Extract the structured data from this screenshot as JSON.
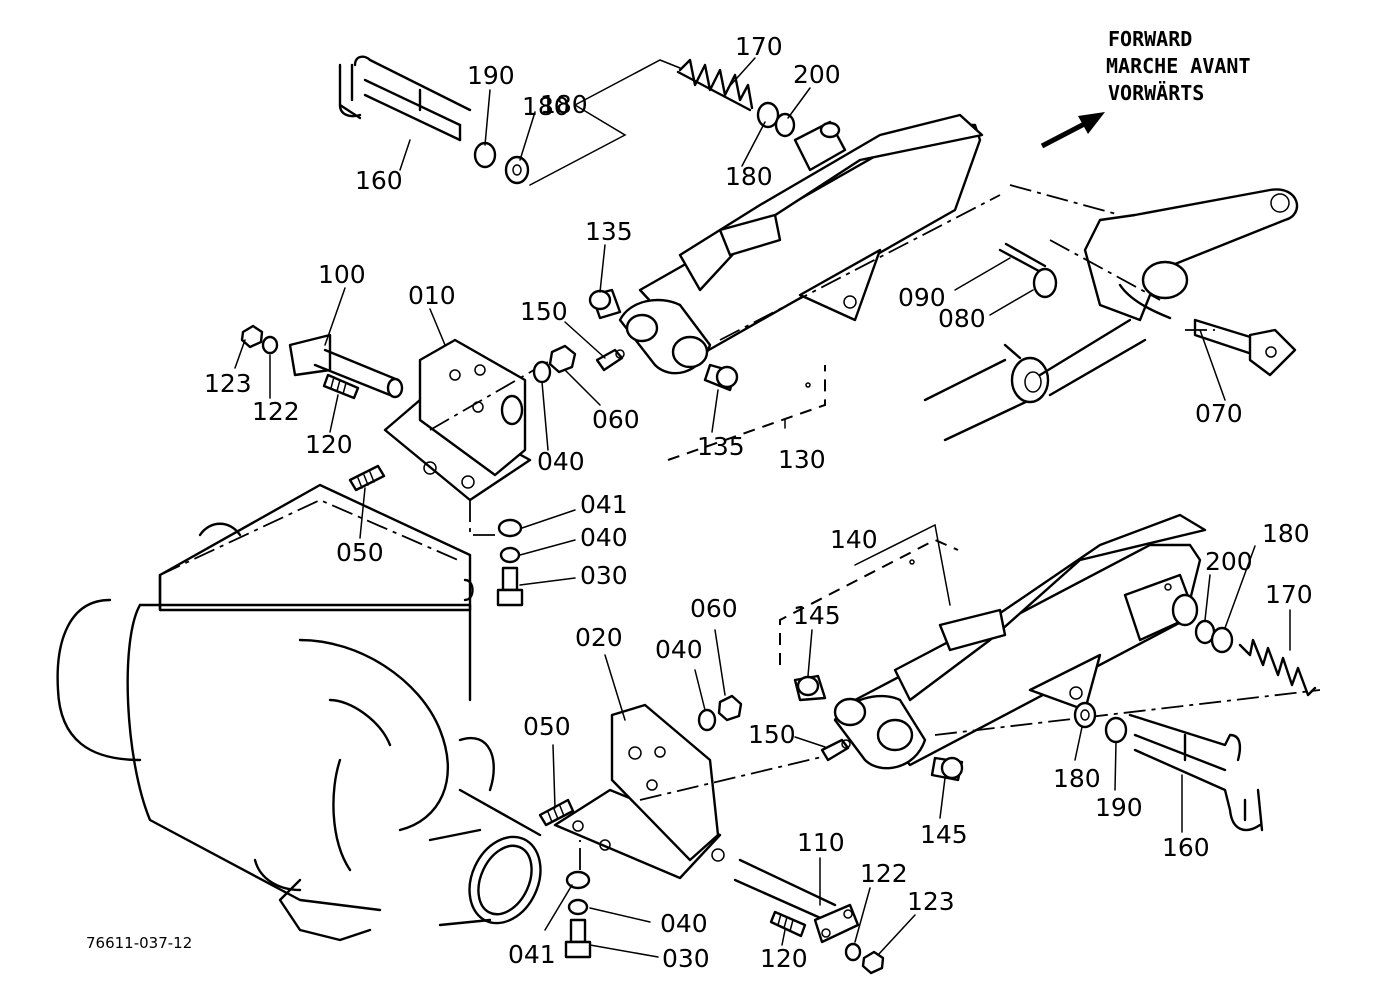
{
  "direction": {
    "line1": "FORWARD",
    "line2": "MARCHE AVANT",
    "line3": "VORWÄRTS"
  },
  "drawing_code": "76611-037-12",
  "parts": {
    "p160a": "160",
    "p190a": "190",
    "p180a": "180",
    "p180b": "180",
    "p170a": "170",
    "p200a": "200",
    "p180c": "180",
    "p135a": "135",
    "p135b": "135",
    "p130": "130",
    "p150a": "150",
    "p100": "100",
    "p010": "010",
    "p123a": "123",
    "p122a": "122",
    "p120a": "120",
    "p040a": "040",
    "p060a": "060",
    "p050a": "050",
    "p041a": "041",
    "p040b": "040",
    "p030a": "030",
    "p090": "090",
    "p080": "080",
    "p070": "070",
    "p140": "140",
    "p145a": "145",
    "p145b": "145",
    "p200b": "200",
    "p180d": "180",
    "p170b": "170",
    "p180e": "180",
    "p190b": "190",
    "p160b": "160",
    "p020": "020",
    "p060b": "060",
    "p040c": "040",
    "p150b": "150",
    "p050b": "050",
    "p110": "110",
    "p122b": "122",
    "p123b": "123",
    "p041b": "041",
    "p040d": "040",
    "p030b": "030",
    "p120b": "120"
  }
}
